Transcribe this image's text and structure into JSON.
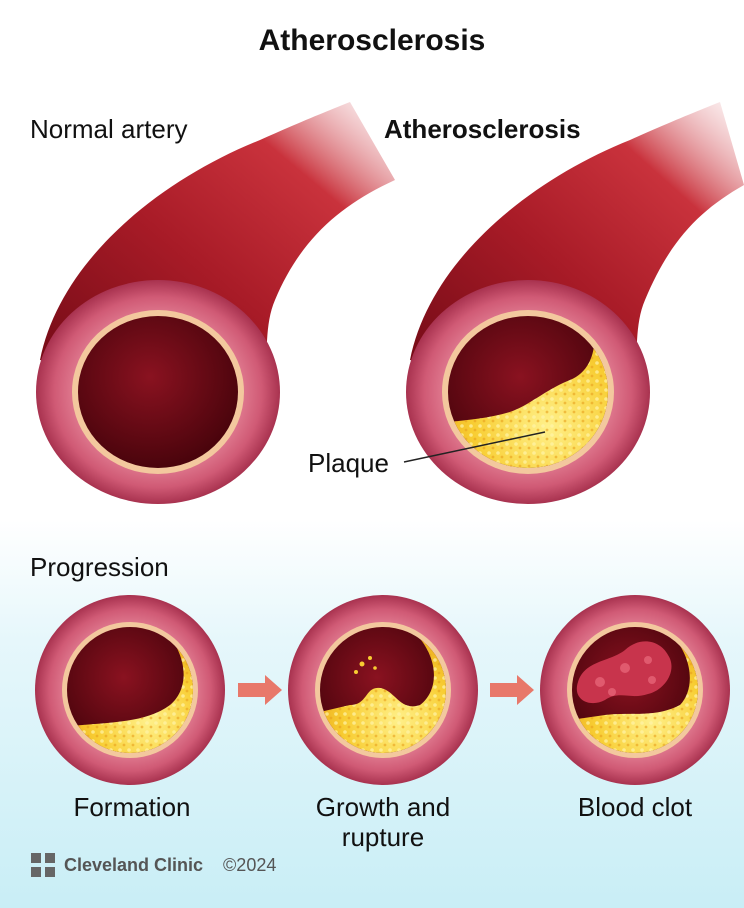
{
  "title": "Atherosclerosis",
  "panels": {
    "normal_label": "Normal artery",
    "atherosclerosis_label": "Atherosclerosis",
    "plaque_label": "Plaque"
  },
  "progression": {
    "heading": "Progression",
    "stages": [
      "Formation",
      "Growth and rupture",
      "Blood clot"
    ]
  },
  "footer": {
    "brand": "Cleveland Clinic",
    "copyright": "©2024"
  },
  "colors": {
    "artery_dark": "#7e0d18",
    "artery_mid": "#b01f2a",
    "wall_pink": "#d8627c",
    "plaque_yellow": "#f5c02a",
    "lumen_dark": "#5a0710",
    "clot_red": "#c8344c",
    "arrow": "#e8786a"
  }
}
